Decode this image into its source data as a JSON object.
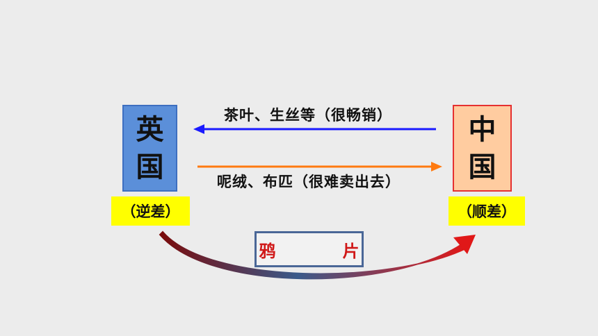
{
  "britain": {
    "name_chars": [
      "英",
      "国"
    ],
    "balance_tag": "（逆差）"
  },
  "china": {
    "name_chars": [
      "中",
      "国"
    ],
    "balance_tag": "（顺差）"
  },
  "flows": {
    "china_to_britain": "茶叶、生丝等（很畅销）",
    "britain_to_china": "呢绒、布匹（很难卖出去）"
  },
  "opium_label": "鸦 片",
  "colors": {
    "britain_box": "#5b8fd9",
    "china_box": "#ffcca0",
    "china_border": "#e53030",
    "tag_bg": "#ffff00",
    "arrow_blue": "#1a1aff",
    "arrow_orange": "#ff7a10",
    "opium_text": "#d01818",
    "curved_arrow": "#c41414"
  }
}
